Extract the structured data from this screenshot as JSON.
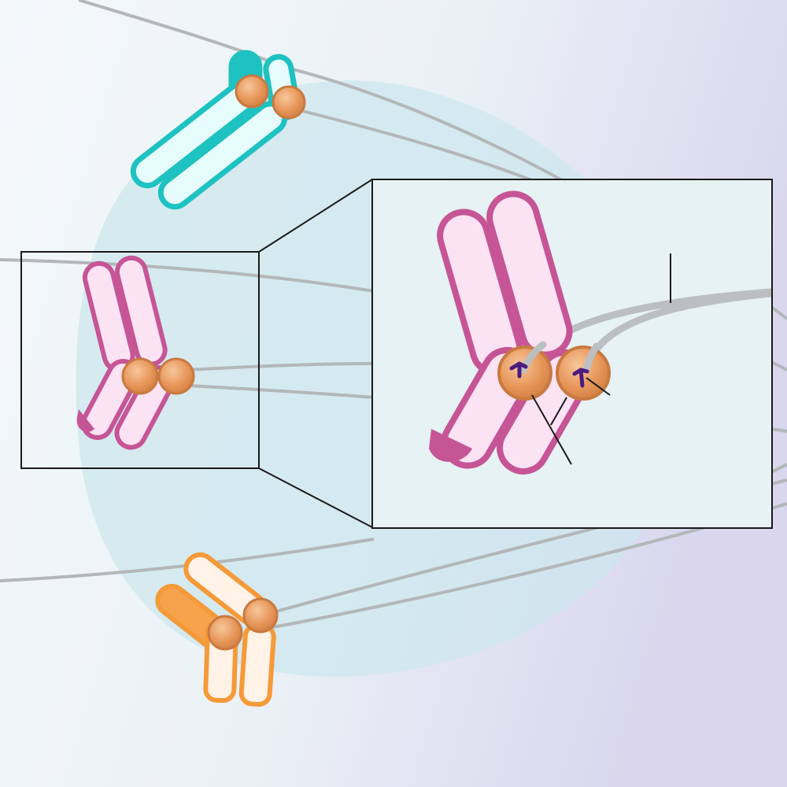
{
  "figure": {
    "description_labels": [],
    "colors": {
      "background_left": "#f1f8f8",
      "background_right": "#dcd9ee",
      "cell_blob": "#cfe9ee",
      "spindle_fiber": "#b4b8ba",
      "kinetochore": "#e79a5e",
      "kinetochore_outline": "#c97a40",
      "cohesin_mark": "#4b1b80",
      "chromosome_cyan_fill": "#e8fbfb",
      "chromosome_cyan_stroke": "#1fc3c2",
      "chromosome_pink_fill": "#fbe2f3",
      "chromosome_pink_stroke": "#c65596",
      "chromosome_orange_fill": "#fff1e6",
      "chromosome_orange_stroke": "#f49a3c",
      "inset_frame": "#1a1a1a"
    },
    "icons": [
      "chromosome-cyan",
      "chromosome-pink",
      "chromosome-orange",
      "kinetochore",
      "spindle-fiber",
      "zoom-inset"
    ]
  }
}
